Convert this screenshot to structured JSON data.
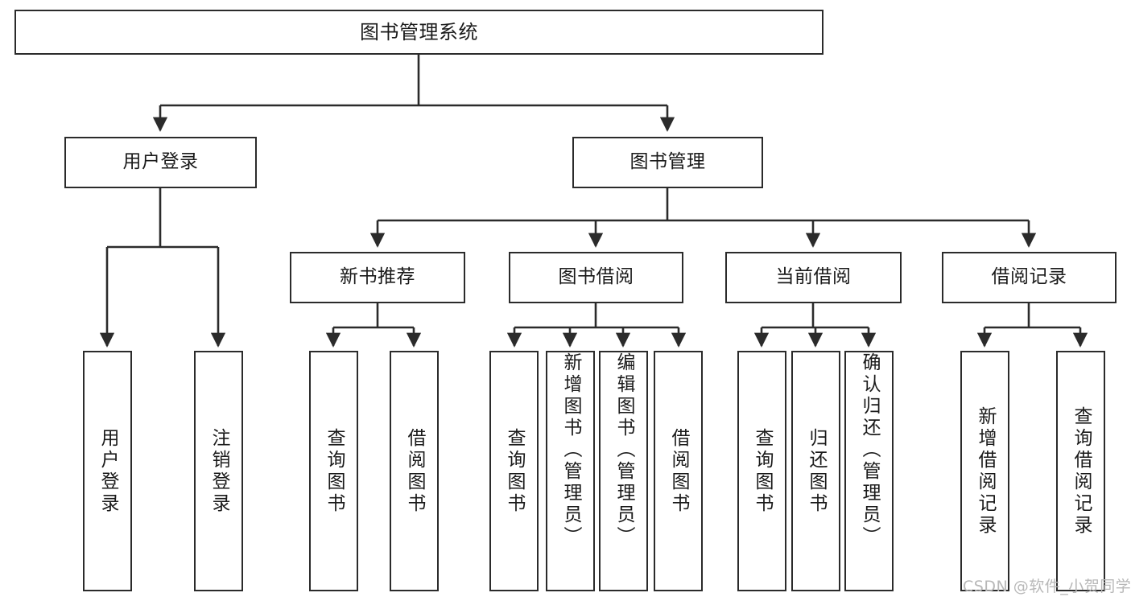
{
  "diagram": {
    "title": "图书管理系统",
    "type": "tree",
    "watermark": "CSDN @软件_小贺同学",
    "colors": {
      "border": "#2b2b2b",
      "text": "#1a1a1a",
      "background": "#ffffff",
      "watermark": "#b8b8b8"
    },
    "nodes": {
      "root": {
        "label": "图书管理系统"
      },
      "level2": [
        {
          "label": "用户登录"
        },
        {
          "label": "图书管理"
        }
      ],
      "level3": [
        {
          "label": "新书推荐"
        },
        {
          "label": "图书借阅"
        },
        {
          "label": "当前借阅"
        },
        {
          "label": "借阅记录"
        }
      ],
      "leaves_user_login": [
        {
          "label": "用户登录"
        },
        {
          "label": "注销登录"
        }
      ],
      "leaves_new_books": [
        {
          "label": "查询图书"
        },
        {
          "label": "借阅图书"
        }
      ],
      "leaves_borrow": [
        {
          "label": "查询图书"
        },
        {
          "label": "新增图书（管理员）"
        },
        {
          "label": "编辑图书（管理员）"
        },
        {
          "label": "借阅图书"
        }
      ],
      "leaves_current": [
        {
          "label": "查询图书"
        },
        {
          "label": "归还图书"
        },
        {
          "label": "确认归还（管理员）"
        }
      ],
      "leaves_records": [
        {
          "label": "新增借阅记录"
        },
        {
          "label": "查询借阅记录"
        }
      ]
    }
  }
}
